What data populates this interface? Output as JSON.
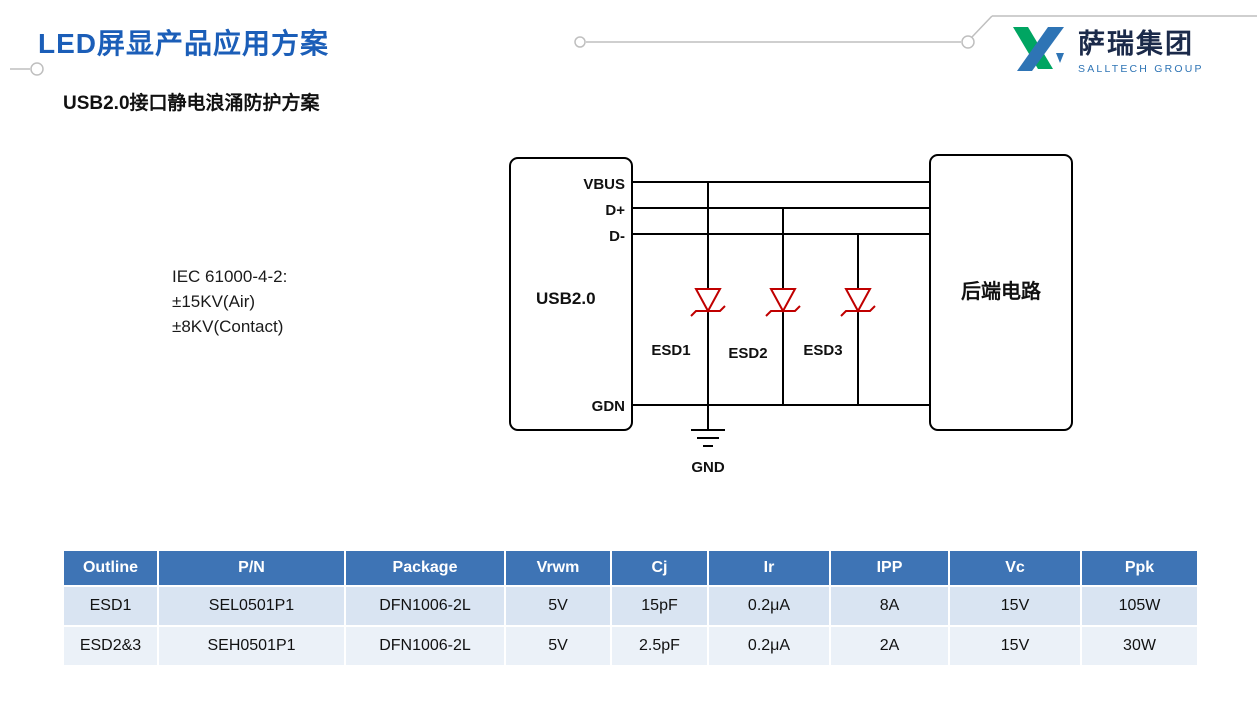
{
  "page": {
    "title": "LED屏显产品应用方案",
    "subtitle": "USB2.0接口静电浪涌防护方案"
  },
  "logo": {
    "name_cn": "萨瑞集团",
    "name_en": "SALLTECH GROUP"
  },
  "spec_note": {
    "line1": "IEC 61000-4-2:",
    "line2": "±15KV(Air)",
    "line3": "±8KV(Contact)"
  },
  "diagram": {
    "left_box_label": "USB2.0",
    "right_box_label": "后端电路",
    "pins": {
      "vbus": "VBUS",
      "dplus": "D+",
      "dminus": "D-",
      "gdn": "GDN"
    },
    "devices": {
      "esd1": "ESD1",
      "esd2": "ESD2",
      "esd3": "ESD3"
    },
    "ground_label": "GND"
  },
  "table": {
    "headers": [
      "Outline",
      "P/N",
      "Package",
      "Vrwm",
      "Cj",
      "Ir",
      "IPP",
      "Vc",
      "Ppk"
    ],
    "rows": [
      [
        "ESD1",
        "SEL0501P1",
        "DFN1006-2L",
        "5V",
        "15pF",
        "0.2μA",
        "8A",
        "15V",
        "105W"
      ],
      [
        "ESD2&3",
        "SEH0501P1",
        "DFN1006-2L",
        "5V",
        "2.5pF",
        "0.2μA",
        "2A",
        "15V",
        "30W"
      ]
    ]
  },
  "colors": {
    "title_blue": "#1B5EB8",
    "table_header_blue": "#3E74B5",
    "row_band_dark": "#D9E4F2",
    "row_band_light": "#EBF1F8",
    "diode_red": "#C00000",
    "logo_green": "#00A562",
    "logo_blue": "#2E74B5",
    "decor_gray": "#BFBFBF"
  }
}
